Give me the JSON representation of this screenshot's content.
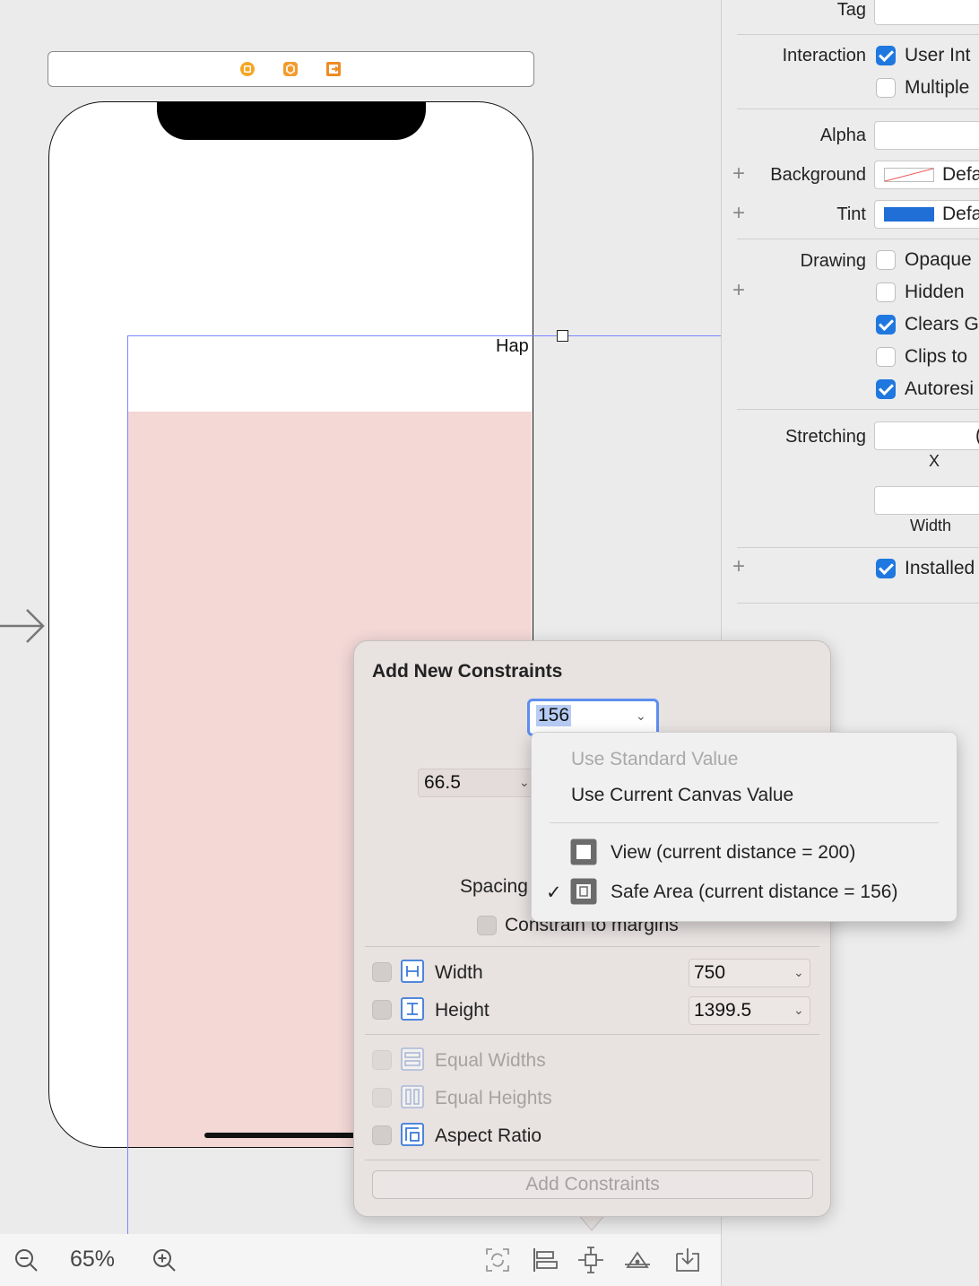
{
  "canvas": {
    "hap_label": "Hap",
    "zoom_level": "65%",
    "scene_icons": [
      "view-controller-icon",
      "first-responder-icon",
      "exit-icon"
    ]
  },
  "inspector": {
    "tag_label": "Tag",
    "interaction_label": "Interaction",
    "interaction_options": [
      {
        "label": "User Int",
        "checked": true
      },
      {
        "label": "Multiple",
        "checked": false
      }
    ],
    "alpha_label": "Alpha",
    "background_label": "Background",
    "background_value": "Defa",
    "tint_label": "Tint",
    "tint_value": "Defa",
    "drawing_label": "Drawing",
    "drawing_options": [
      {
        "label": "Opaque",
        "checked": false
      },
      {
        "label": "Hidden",
        "checked": false
      },
      {
        "label": "Clears G",
        "checked": true
      },
      {
        "label": "Clips to",
        "checked": false
      },
      {
        "label": "Autoresi",
        "checked": true
      }
    ],
    "stretching_label": "Stretching",
    "stretching_x_value": "(",
    "stretching_x_caption": "X",
    "stretching_width_caption": "Width",
    "installed_label": "Installed",
    "installed_checked": true,
    "colors": {
      "tint": "#1f6fd6",
      "checkbox_on": "#1f78e0"
    }
  },
  "popover": {
    "title": "Add New Constraints",
    "top_value": "156",
    "left_value": "66.5",
    "spacing_label": "Spacing",
    "constrain_margins_label": "Constrain to margins",
    "width_label": "Width",
    "width_value": "750",
    "height_label": "Height",
    "height_value": "1399.5",
    "equal_widths_label": "Equal Widths",
    "equal_heights_label": "Equal Heights",
    "aspect_ratio_label": "Aspect Ratio",
    "add_button_label": "Add Constraints"
  },
  "menu": {
    "use_standard": "Use Standard Value",
    "use_canvas": "Use Current Canvas Value",
    "view_option": "View (current distance = 200)",
    "safe_area_option": "Safe Area (current distance = 156)",
    "selected": "safe_area_option",
    "checkmark": "✓"
  }
}
